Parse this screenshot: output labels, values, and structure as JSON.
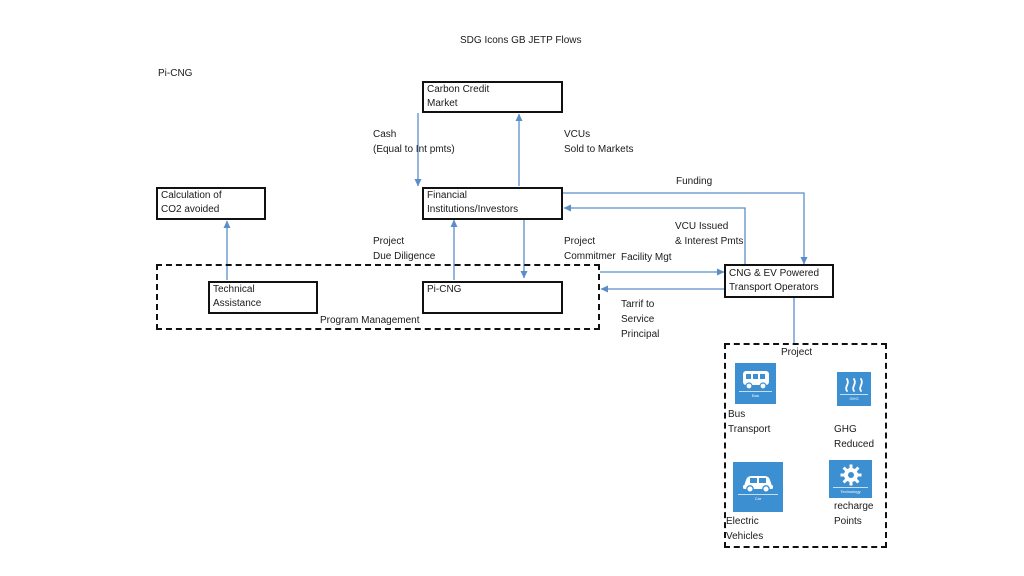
{
  "title": "SDG Icons GB JETP Flows",
  "corner_label": "Pi-CNG",
  "colors": {
    "arrow": "#5b8ec9",
    "icon_tile": "#3c8fd1",
    "box_border": "#111111"
  },
  "boxes": {
    "carbon_market": {
      "lines": [
        "Carbon Credit",
        "Market"
      ]
    },
    "co2_avoided": {
      "lines": [
        "Calculation of",
        "CO2 avoided"
      ]
    },
    "financial": {
      "lines": [
        "Financial",
        "Institutions/Investors"
      ]
    },
    "technical": {
      "lines": [
        "Technical",
        "Assistance"
      ]
    },
    "picng": {
      "lines": [
        "Pi-CNG"
      ]
    },
    "transport": {
      "lines": [
        "CNG & EV Powered",
        "Transport Operators"
      ]
    }
  },
  "flow_labels": {
    "cash": [
      "Cash",
      "(Equal to Int pmts)"
    ],
    "vcus": [
      "VCUs",
      "Sold to Markets"
    ],
    "funding": "Funding",
    "vcu_issued": [
      "VCU Issued",
      "& Interest Pmts"
    ],
    "project_dd": [
      "Project",
      "Due Diligence"
    ],
    "project_commit": [
      "Project",
      "Commitmer"
    ],
    "facility_mgt": "Facility Mgt",
    "tarrif": [
      "Tarrif to",
      "Service",
      "Principal"
    ],
    "program_mgmt": "Program Management",
    "project": "Project"
  },
  "sdg_icons": [
    {
      "icon": "bus-icon",
      "caption": "Bus",
      "label": [
        "Bus",
        "Transport"
      ]
    },
    {
      "icon": "ghg-heat-icon",
      "caption": "GHG",
      "label": [
        "GHG",
        "Reduced"
      ]
    },
    {
      "icon": "car-icon",
      "caption": "Car",
      "label": [
        "Electric",
        "Vehicles"
      ]
    },
    {
      "icon": "gear-icon",
      "caption": "Technology",
      "label": [
        "recharge",
        "Points"
      ]
    }
  ]
}
